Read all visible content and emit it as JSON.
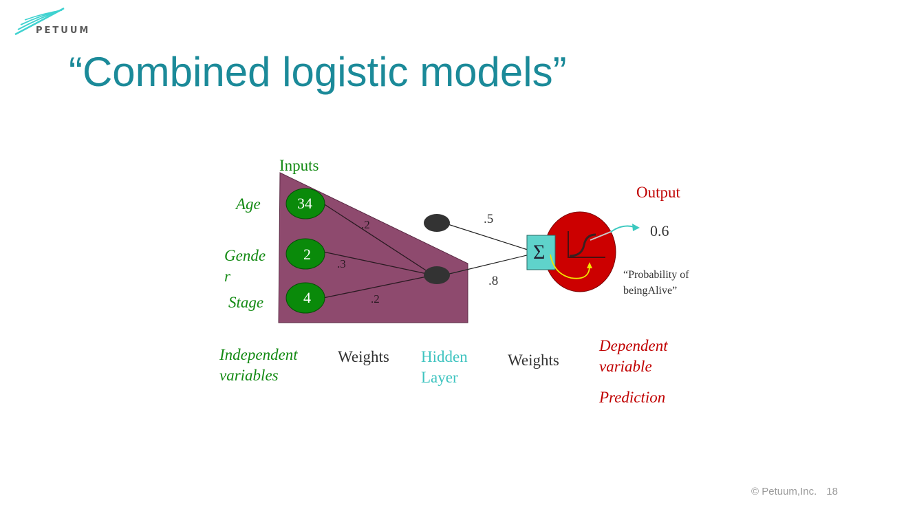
{
  "brand": {
    "name": "PETUUM",
    "logo_icon": "petuum-swoosh-icon"
  },
  "slide": {
    "title": "“Combined logistic models”",
    "footer": {
      "copyright": "© Petuum,Inc.",
      "page_number": "18"
    }
  },
  "diagram": {
    "inputs_label": "Inputs",
    "input_nodes": [
      {
        "name": "Age",
        "value": "34",
        "weight": ".2"
      },
      {
        "name_line1": "Gende",
        "name_line2": "r",
        "value": "2",
        "weight": ".3"
      },
      {
        "name": "Stage",
        "value": "4",
        "weight": ".2"
      }
    ],
    "hidden_to_output_weights": [
      ".5",
      ".8"
    ],
    "sum_symbol": "Σ",
    "output_label": "Output",
    "output_value": "0.6",
    "output_caption_line1": "“Probability of",
    "output_caption_line2": "beingAlive”",
    "bottom_labels": {
      "independent_line1": "Independent",
      "independent_line2": "variables",
      "weights_1": "Weights",
      "hidden_line1": "Hidden",
      "hidden_line2": "Layer",
      "weights_2": "Weights",
      "dependent_line1": "Dependent",
      "dependent_line2": "variable",
      "prediction": "Prediction"
    },
    "colors": {
      "input_region": "#8e4a6e",
      "input_node": "#0a8a0a",
      "hidden_node": "#333333",
      "sum_box": "#5fd3cb",
      "output_node": "#cc0000",
      "arrow_teal": "#3cc9c0",
      "arrow_yellow": "#f2e600"
    }
  }
}
